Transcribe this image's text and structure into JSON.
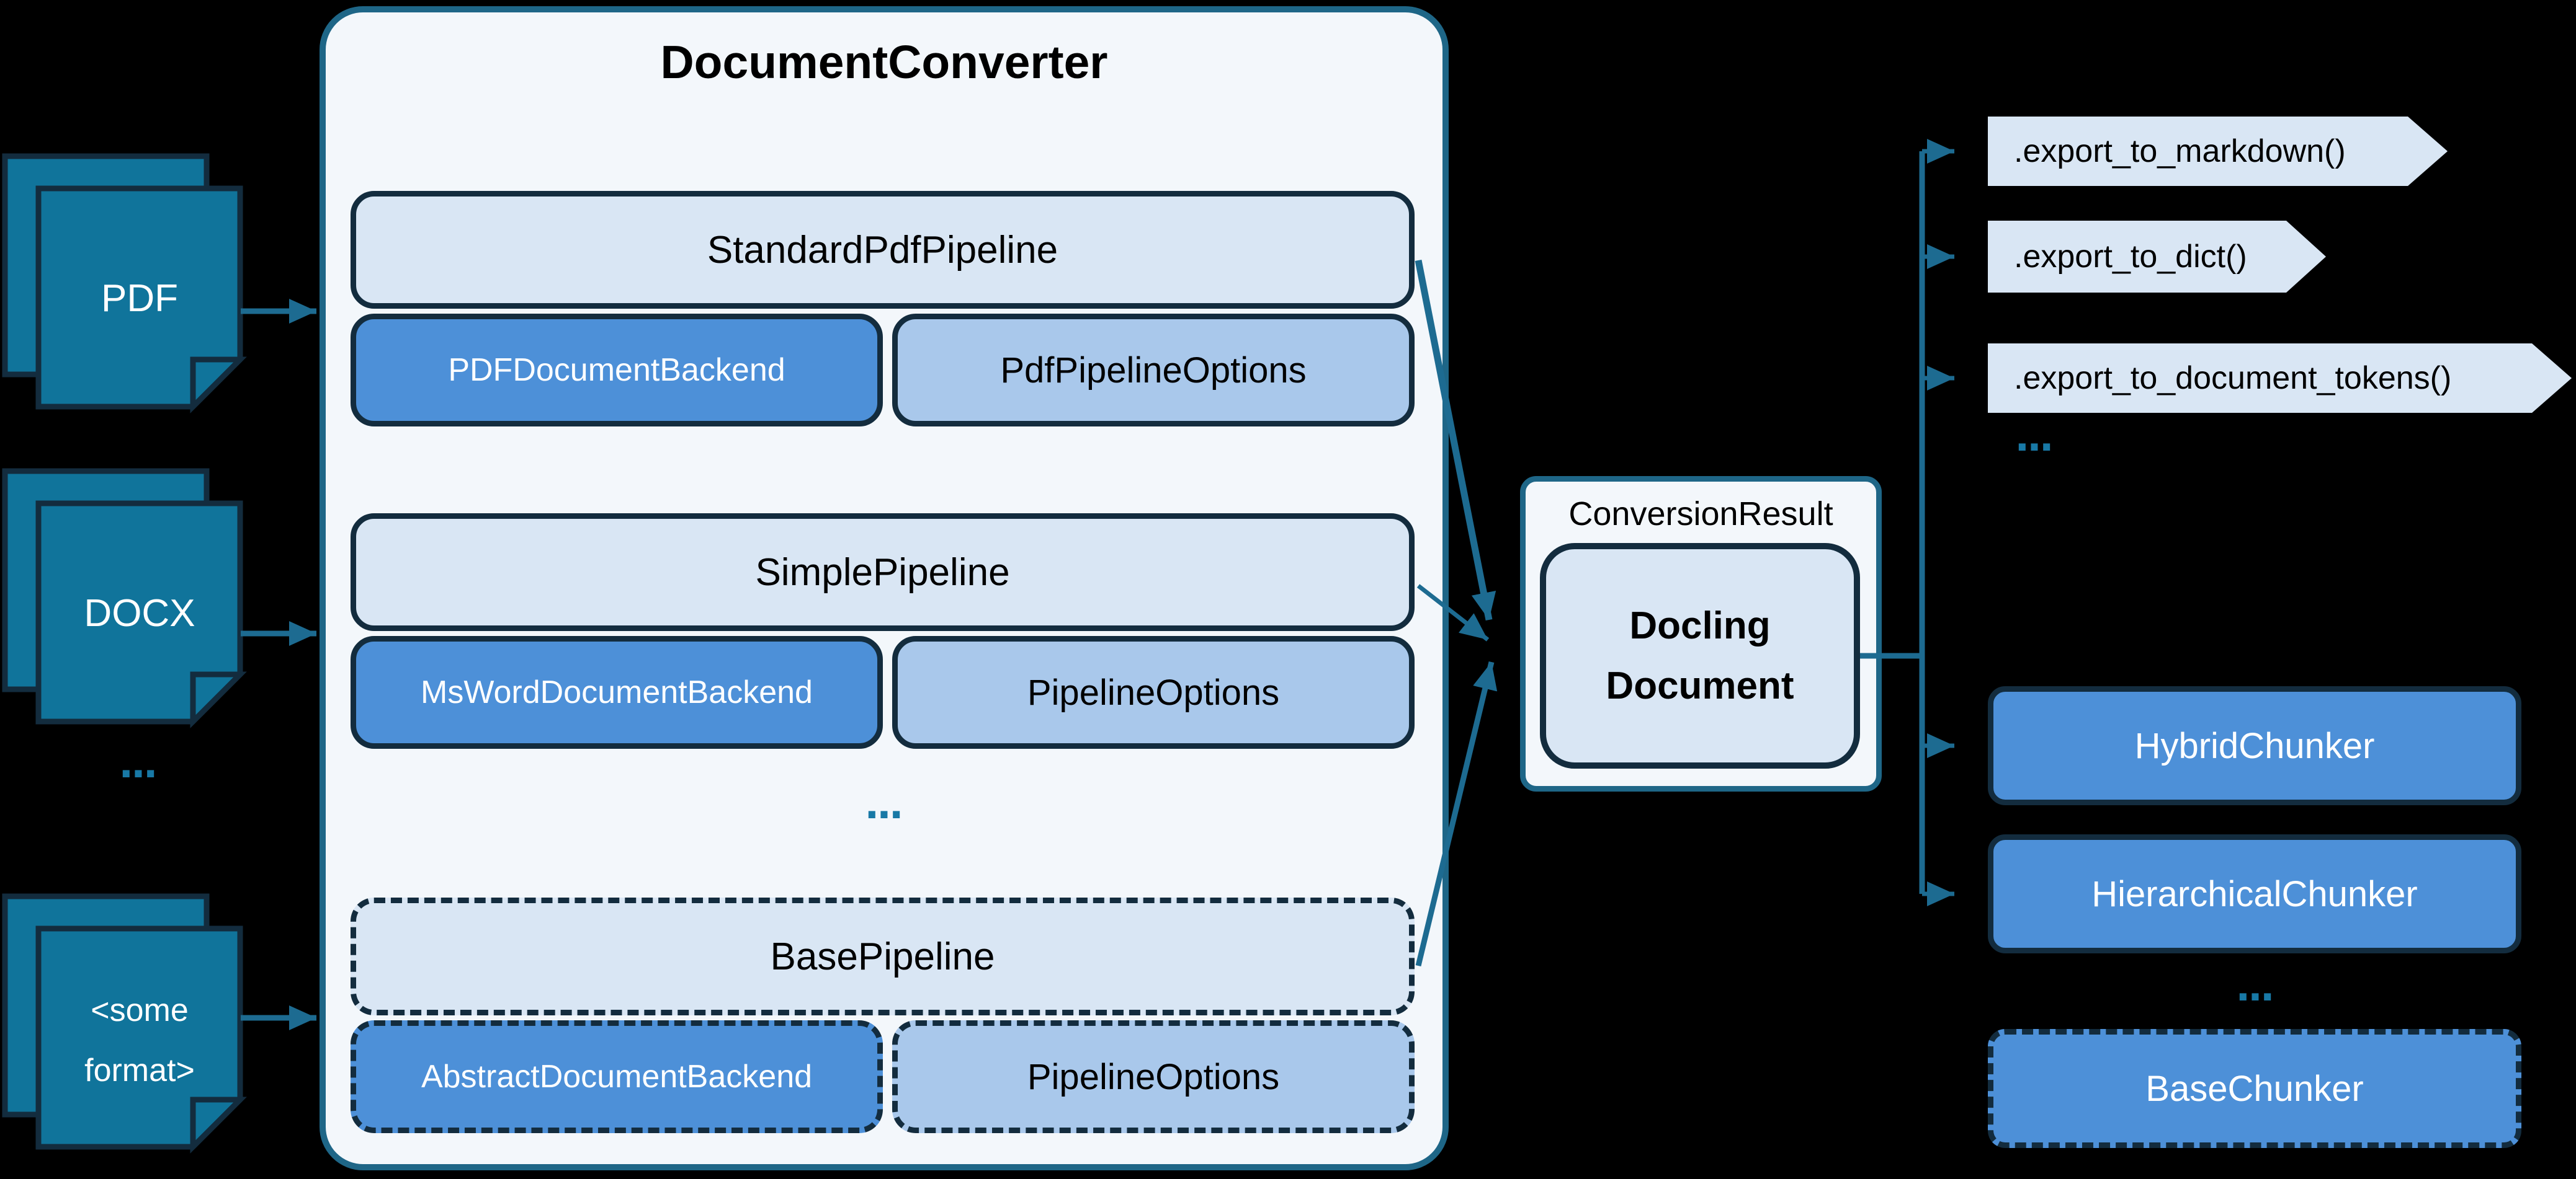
{
  "colors": {
    "background": "#000000",
    "arrow_teal": "#1D6B91",
    "document_icon_fill": "#10749B",
    "dark_border": "#132C3E",
    "container_fill": "#F3F7FB",
    "container_border": "#1E6687",
    "pipeline_header_fill": "#D9E6F4",
    "backend_fill": "#4D90D8",
    "options_fill": "#A9C8EB",
    "chunker_fill": "#4D90D8",
    "chevron_fill": "#D9E6F4",
    "ellipsis_dots": "#1879A6"
  },
  "sources": [
    {
      "id": "pdf",
      "lines": [
        "PDF"
      ]
    },
    {
      "id": "docx",
      "lines": [
        "DOCX"
      ]
    },
    {
      "id": "some-format",
      "lines": [
        "<some",
        "format>"
      ]
    }
  ],
  "sources_ellipsis": "...",
  "converter": {
    "title": "DocumentConverter",
    "pipelines": [
      {
        "name": "StandardPdfPipeline",
        "backend": "PDFDocumentBackend",
        "options": "PdfPipelineOptions",
        "dashed": false
      },
      {
        "name": "SimplePipeline",
        "backend": "MsWordDocumentBackend",
        "options": "PipelineOptions",
        "dashed": false
      },
      {
        "name": "BasePipeline",
        "backend": "AbstractDocumentBackend",
        "options": "PipelineOptions",
        "dashed": true
      }
    ],
    "ellipsis": "..."
  },
  "result": {
    "label": "ConversionResult",
    "document_lines": [
      "Docling",
      "Document"
    ]
  },
  "exports": {
    "items": [
      ".export_to_markdown()",
      ".export_to_dict()",
      ".export_to_document_tokens()"
    ],
    "ellipsis": "..."
  },
  "chunkers": {
    "items": [
      {
        "label": "HybridChunker",
        "dashed": false
      },
      {
        "label": "HierarchicalChunker",
        "dashed": false
      },
      {
        "label": "BaseChunker",
        "dashed": true
      }
    ],
    "ellipsis": "..."
  }
}
